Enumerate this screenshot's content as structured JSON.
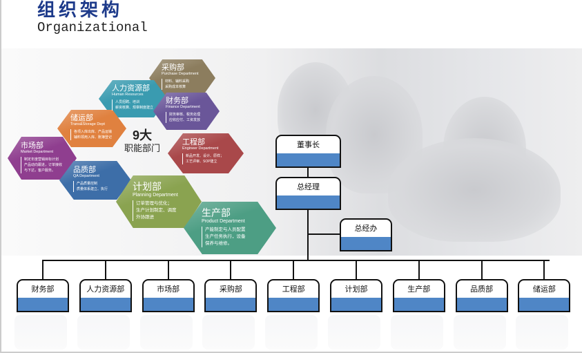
{
  "header": {
    "title_cn": "组织架构",
    "title_en": "Organizational"
  },
  "center_label": {
    "line1": "9大",
    "line2": "职能部门"
  },
  "hexagons": [
    {
      "name": "采购部",
      "en": "Purchase Department",
      "desc": [
        "材料、辅料采购",
        "采购成本核算"
      ],
      "color": "#8c7d5e"
    },
    {
      "name": "人力资源部",
      "en": "Human Resources",
      "desc": [
        "人员招聘、培训",
        "薪资核算、规章制度建立"
      ],
      "color": "#3a9bb0"
    },
    {
      "name": "财务部",
      "en": "Finance Department",
      "desc": [
        "财务审核、税务处理",
        "应收应付、工资发放"
      ],
      "color": "#6a5699"
    },
    {
      "name": "储运部",
      "en": "Trans&Storage Dept",
      "desc": [
        "各项入库出库、产品运输",
        "辅料领用入库、账簿登记"
      ],
      "color": "#e0813f"
    },
    {
      "name": "市场部",
      "en": "Market Department",
      "desc": [
        "制定年度营销目标计划",
        "产品动向跟进，订单接收",
        "与下达，客户服务。"
      ],
      "color": "#8f3e8f"
    },
    {
      "name": "品质部",
      "en": "QA Department",
      "desc": [
        "产品质量控制",
        "质量体系建立、执行"
      ],
      "color": "#3d6ea8"
    },
    {
      "name": "工程部",
      "en": "Engineer Department",
      "desc": [
        "新品开发、设计、原样；",
        "工艺评审、SOP建立"
      ],
      "color": "#a9484a"
    },
    {
      "name": "计划部",
      "en": "Planning Department",
      "desc": [
        "订单管理与优化；",
        "生产计划制定、调度",
        "外协跟进"
      ],
      "color": "#8aa350"
    },
    {
      "name": "生产部",
      "en": "Product Department",
      "desc": [
        "产能制定与人员配置",
        "生产任务执行，设备",
        "保养与维修。"
      ],
      "color": "#4d9e84"
    }
  ],
  "org": {
    "chairman": "董事长",
    "gm": "总经理",
    "office": "总经办",
    "departments": [
      "财务部",
      "人力资源部",
      "市场部",
      "采购部",
      "工程部",
      "计划部",
      "生产部",
      "品质部",
      "储运部"
    ]
  },
  "colors": {
    "box_blue": "#4f86c6",
    "title_blue": "#1d3a8a"
  }
}
